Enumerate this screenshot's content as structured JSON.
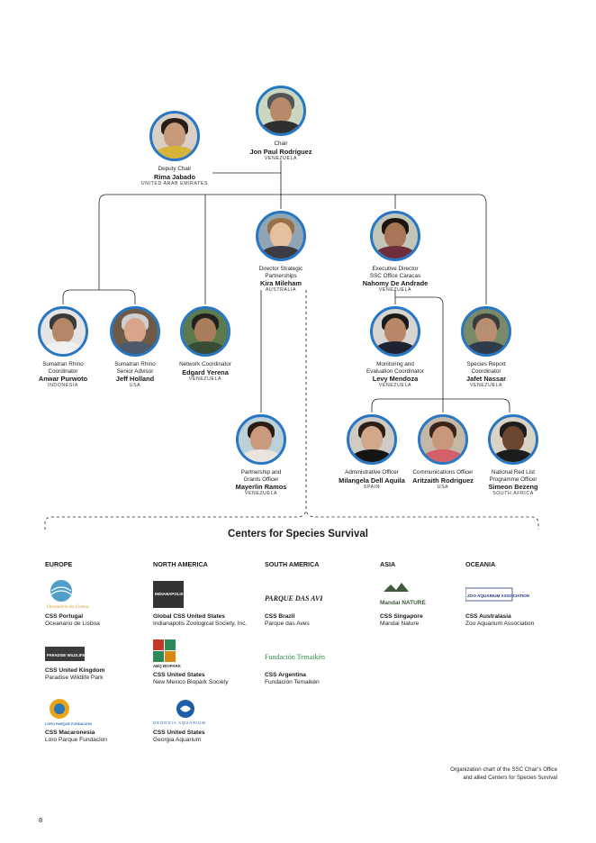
{
  "people": {
    "chair": {
      "role": "Chair",
      "name": "Jon Paul Rodríguez",
      "country": "VENEZUELA"
    },
    "deputy": {
      "role": "Deputy Chair",
      "name": "Rima Jabado",
      "country": "UNITED ARAB EMIRATES"
    },
    "strategic": {
      "role": "Director Strategic\nPartnerships",
      "name": "Kira Mileham",
      "country": "AUSTRALIA"
    },
    "executive": {
      "role": "Executive Director\nSSC Office Caracas",
      "name": "Nahomy De Andrade",
      "country": "VENEZUELA"
    },
    "rhino_coord": {
      "role": "Sumatran Rhino\nCoordinator",
      "name": "Anwar Purwoto",
      "country": "INDONESIA"
    },
    "rhino_advisor": {
      "role": "Sumatran Rhino\nSenior Advisor",
      "name": "Jeff Holland",
      "country": "USA"
    },
    "network": {
      "role": "Network Coordinator",
      "name": "Edgard Yerena",
      "country": "VENEZUELA"
    },
    "monitoring": {
      "role": "Monitoring and\nEvaluation Coordinator",
      "name": "Levy Mendoza",
      "country": "VENEZUELA"
    },
    "species_report": {
      "role": "Species Report\nCoordinator",
      "name": "Jafet Nassar",
      "country": "VENEZUELA"
    },
    "partnership": {
      "role": "Partnership and\nGrants Officer",
      "name": "Mayerlin Ramos",
      "country": "VENEZUELA"
    },
    "admin": {
      "role": "Administrative Officer",
      "name": "Milangela Dell Aquila",
      "country": "SPAIN"
    },
    "comms": {
      "role": "Communications Officer",
      "name": "Aritzaith Rodriguez",
      "country": "USA"
    },
    "redlist": {
      "role": "National Red List\nProgramme Officer",
      "name": "Simeon Bezeng",
      "country": "SOUTH AFRICA"
    }
  },
  "centers": {
    "title": "Centers for Species Survival",
    "regions": {
      "europe": "EUROPE",
      "north_america": "NORTH AMERICA",
      "south_america": "SOUTH AMERICA",
      "asia": "ASIA",
      "oceania": "OCEANIA"
    },
    "europe": [
      {
        "title": "CSS Portugal",
        "sub": "Oceanario de Lisboa",
        "logo": "Oceanário de Lisboa"
      },
      {
        "title": "CSS United Kingdom",
        "sub": "Paradise Wildlife Park",
        "logo": "PARADISE WILDLIFE PARK"
      },
      {
        "title": "CSS Macaronesia",
        "sub": "Loro Parque Fundacion",
        "logo": "LORO PARQUE FUNDACIÓN"
      }
    ],
    "north_america": [
      {
        "title": "Global CSS United States",
        "sub": "Indianapolis Zoological Society, Inc.",
        "logo": "INDIANAPOLIS ZOO"
      },
      {
        "title": "CSS United States",
        "sub": "New Mexico Biopark Society",
        "logo": "ABQ BIOPARK"
      },
      {
        "title": "CSS United States",
        "sub": "Georgia Aquarium",
        "logo": "GEORGIA AQUARIUM"
      }
    ],
    "south_america": [
      {
        "title": "CSS Brazil",
        "sub": "Parque das Aves",
        "logo": "PARQUE DAS AVES"
      },
      {
        "title": "CSS Argentina",
        "sub": "Fundación Temaikèn",
        "logo": "Fundación Temaikèn"
      }
    ],
    "asia": [
      {
        "title": "CSS Singapore",
        "sub": "Mandai Nature",
        "logo": "Mandai NATURE"
      }
    ],
    "oceania": [
      {
        "title": "CSS Australasia",
        "sub": "Zoo Aquarium Association",
        "logo": "ZOO AQUARIUM ASSOCIATION"
      }
    ]
  },
  "caption": {
    "line1": "Organization chart of the SSC Chair's Office",
    "line2": "and allied Centers for Species Survival"
  },
  "page_number": "8"
}
